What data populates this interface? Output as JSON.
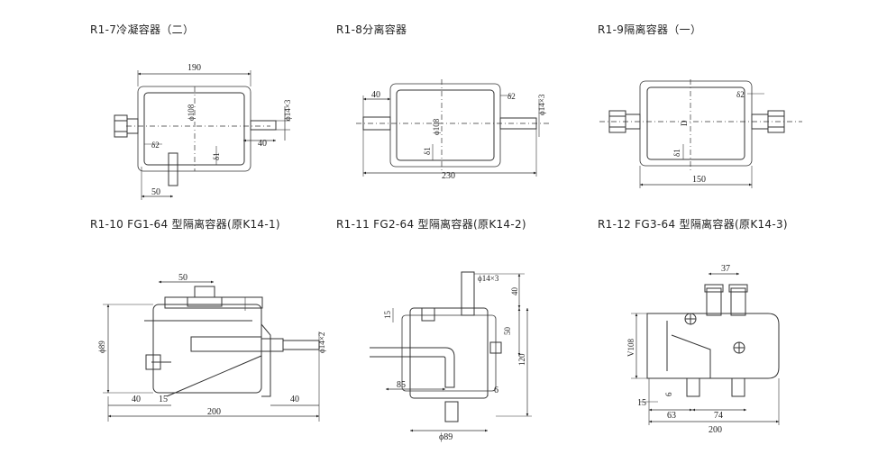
{
  "titles": {
    "r1_7": "R1-7冷凝容器（二）",
    "r1_8": "R1-8分离容器",
    "r1_9": "R1-9隔离容器（一）",
    "r1_10": "R1-10 FG1-64 型隔离容器(原K14-1)",
    "r1_11": "R1-11 FG2-64 型隔离容器(原K14-2)",
    "r1_12": "R1-12 FG3-64 型隔离容器(原K14-3)"
  },
  "dims": {
    "r1_7": {
      "w": "190",
      "phi108": "ϕ108",
      "phi14x3": "ϕ14×3",
      "d2": "δ2",
      "d1": "δ1",
      "c40": "40",
      "c50": "50"
    },
    "r1_8": {
      "c40": "40",
      "phi108": "ϕ108",
      "d2": "δ2",
      "phi14x3": "ϕ14×3",
      "d1": "δ1",
      "w": "230"
    },
    "r1_9": {
      "d2": "δ2",
      "D": "D",
      "d1": "δ1",
      "w": "150"
    },
    "r1_10": {
      "c50": "50",
      "phi89": "ϕ89",
      "phi14x2": "ϕ14×2",
      "c40a": "40",
      "c15": "15",
      "c40b": "40",
      "w": "200"
    },
    "r1_11": {
      "phi14x3": "ϕ14×3",
      "c40": "40",
      "c15": "15",
      "c50": "50",
      "c120": "120",
      "c85": "85",
      "c6": "6",
      "phi89": "ϕ89"
    },
    "r1_12": {
      "c37": "37",
      "v108": "V108",
      "c6": "6",
      "c15": "15",
      "c63": "63",
      "c74": "74",
      "w": "200"
    }
  }
}
